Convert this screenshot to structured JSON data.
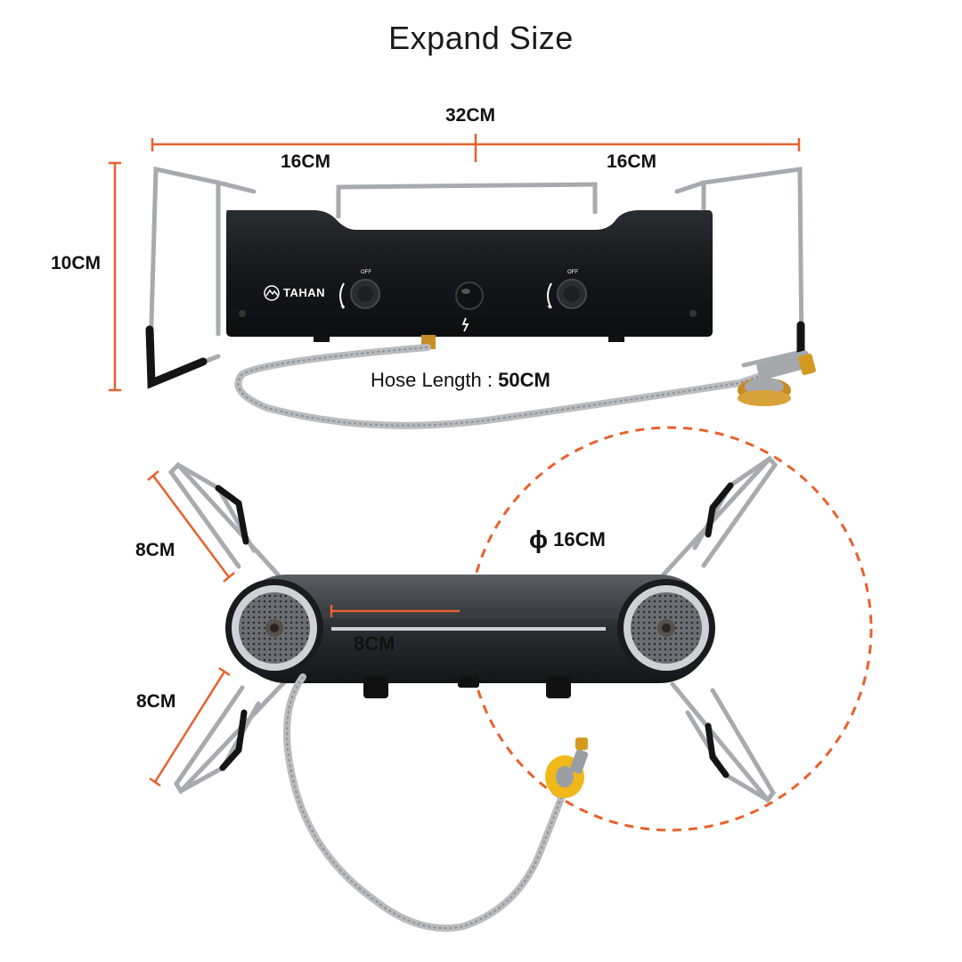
{
  "title": "Expand Size",
  "brand": "TAHAN",
  "knob_marks": {
    "off": "OFF",
    "plus": "+"
  },
  "dimensions": {
    "total_width": "32CM",
    "left_half": "16CM",
    "right_half": "16CM",
    "height": "10CM",
    "hose_label": "Hose Length :",
    "hose_value": "50CM",
    "arm_upper": "8CM",
    "arm_lower": "8CM",
    "burner_span": "8CM",
    "pot_diameter": "16CM",
    "diameter_symbol": "ϕ"
  },
  "colors": {
    "accent_line": "#e8612c",
    "stove_body": "#15171a",
    "metal": "#9a9ea3",
    "brass": "#d49a1f"
  },
  "icons": [
    "mountain-logo-icon",
    "ignition-bolt-icon",
    "diameter-icon"
  ]
}
